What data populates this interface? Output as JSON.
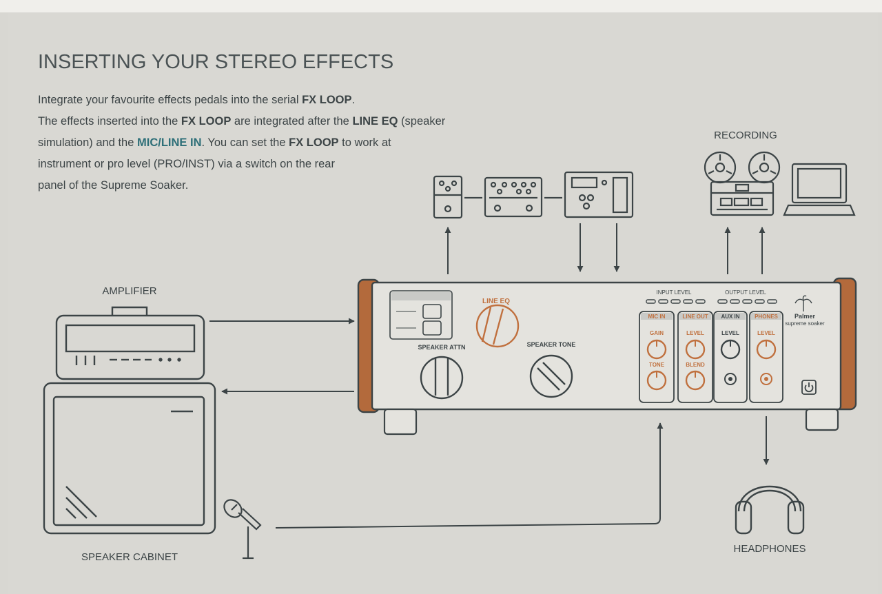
{
  "heading": "INSERTING YOUR STEREO EFFECTS",
  "paragraph": [
    [
      {
        "t": "Integrate your favourite effects pedals into the serial "
      },
      {
        "t": "FX LOOP",
        "b": true
      },
      {
        "t": "."
      }
    ],
    [
      {
        "t": "The effects inserted into the "
      },
      {
        "t": "FX LOOP",
        "b": true
      },
      {
        "t": " are integrated after the "
      },
      {
        "t": "LINE EQ",
        "b": true
      },
      {
        "t": " (speaker"
      }
    ],
    [
      {
        "t": "simulation) and the "
      },
      {
        "t": "MIC/LINE IN",
        "b": true,
        "c": "teal"
      },
      {
        "t": ". You can set the "
      },
      {
        "t": "FX LOOP",
        "b": true
      },
      {
        "t": " to work at"
      }
    ],
    [
      {
        "t": "instrument or pro level (PRO/INST) via a switch on the rear"
      }
    ],
    [
      {
        "t": "panel of the Supreme Soaker."
      }
    ]
  ],
  "labels": {
    "amplifier": "AMPLIFIER",
    "speaker_cabinet": "SPEAKER CABINET",
    "recording": "RECORDING",
    "headphones": "HEADPHONES"
  },
  "device": {
    "line_eq": "LINE EQ",
    "speaker_attn": "SPEAKER ATTN",
    "speaker_tone": "SPEAKER TONE",
    "input_level": "INPUT LEVEL",
    "output_level": "OUTPUT LEVEL",
    "mic_in": "MIC IN",
    "line_out": "LINE OUT",
    "aux_in": "AUX IN",
    "phones": "PHONES",
    "gain": "GAIN",
    "tone": "TONE",
    "level": "LEVEL",
    "blend": "BLEND",
    "brand": "Palmer",
    "model": "supreme soaker"
  },
  "colors": {
    "ink": "#3c4446",
    "accent": "#c0703e",
    "teal": "#2e6f78",
    "background": "#d8d7d2",
    "panel": "#e4e3de",
    "wood": "#b36a3c"
  },
  "icons": [
    "pedal-icon",
    "double-pedal-icon",
    "multi-effects-icon",
    "reel-to-reel-icon",
    "laptop-icon",
    "amplifier-head-icon",
    "speaker-cabinet-icon",
    "microphone-icon",
    "headphones-icon",
    "power-icon"
  ]
}
